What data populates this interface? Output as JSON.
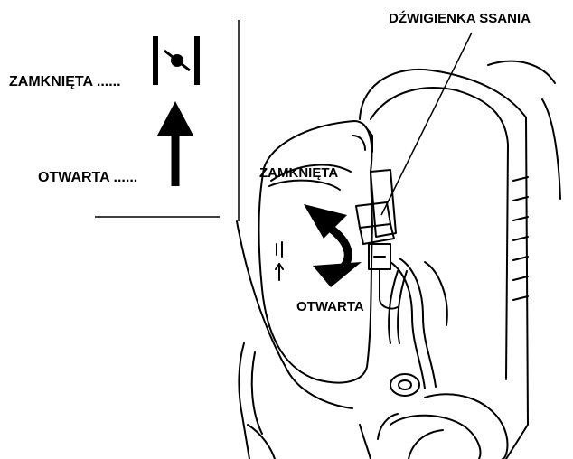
{
  "labels": {
    "choke_lever": "DŹWIGIENKA SSANIA",
    "closed_legend": "ZAMKNIĘTA ......",
    "open_legend": "OTWARTA ......",
    "closed_callout": "ZAMKNIĘTA",
    "open_callout": "OTWARTA"
  },
  "colors": {
    "line": "#000000",
    "background": "#ffffff"
  },
  "icons": {
    "choke_closed": "choke-closed-icon",
    "choke_open": "up-arrow-icon",
    "direction": "double-arrow-icon"
  }
}
